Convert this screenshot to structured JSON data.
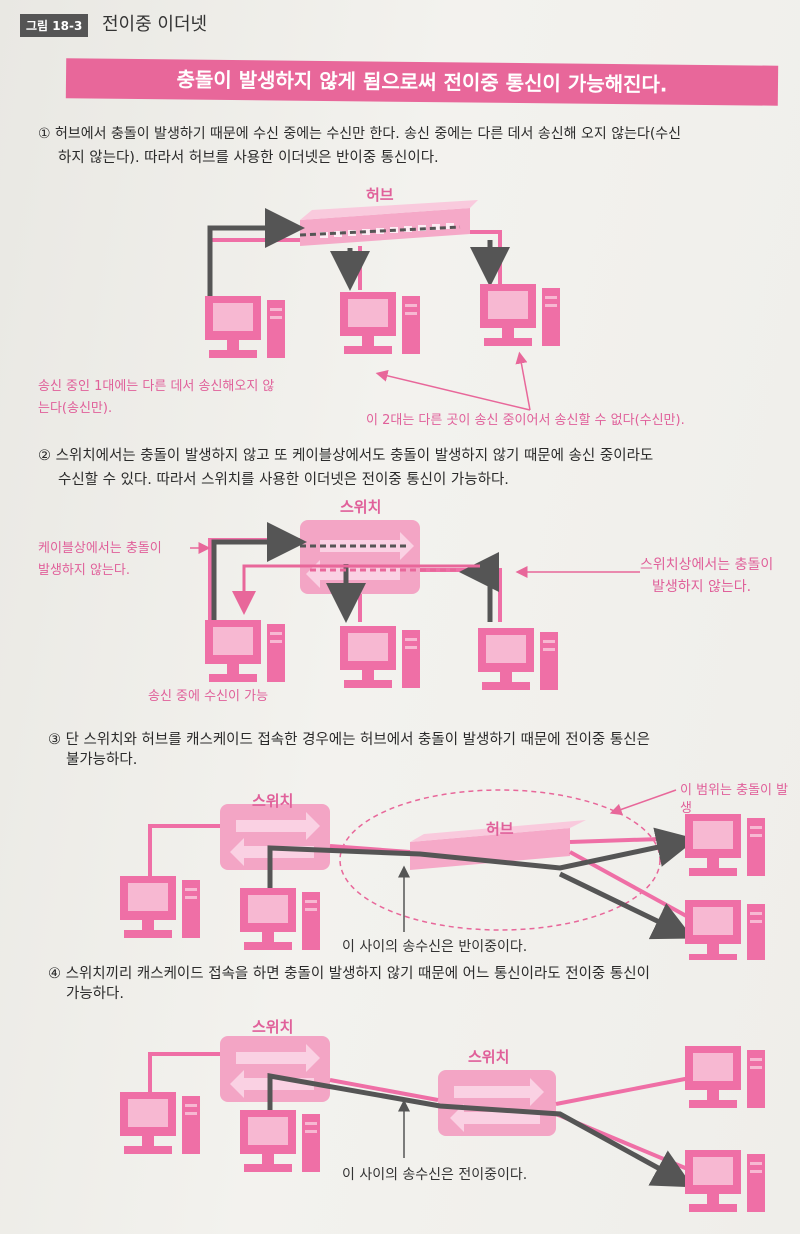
{
  "figure": {
    "tag": "그림 18-3",
    "title": "전이중 이더넷",
    "banner": "충돌이 발생하지 않게 됨으로써 전이중 통신이 가능해진다."
  },
  "section1": {
    "text_line1": "① 허브에서 충돌이 발생하기 때문에 수신 중에는 수신만 한다. 송신 중에는 다른 데서 송신해 오지 않는다(수신",
    "text_line2": "하지 않는다). 따라서 허브를 사용한 이더넷은 반이중 통신이다.",
    "hub_label": "허브",
    "left_note_line1": "송신 중인 1대에는 다른 데서 송신해오지 않",
    "left_note_line2": "는다(송신만).",
    "bottom_note": "이 2대는 다른 곳이 송신 중이어서 송신할 수 없다(수신만)."
  },
  "section2": {
    "text_line1": "② 스위치에서는 충돌이 발생하지 않고 또 케이블상에서도 충돌이 발생하지 않기 때문에 송신 중이라도",
    "text_line2": "수신할 수 있다. 따라서 스위치를 사용한 이더넷은 전이중 통신이 가능하다.",
    "switch_label": "스위치",
    "left_note_line1": "케이블상에서는 충돌이",
    "left_note_line2": "발생하지 않는다.",
    "right_note_line1": "스위치상에서는 충돌이",
    "right_note_line2": "발생하지 않는다.",
    "bottom_note": "송신 중에 수신이 가능"
  },
  "section3": {
    "text_line1": "③ 단 스위치와 허브를 캐스케이드 접속한 경우에는 허브에서 충돌이 발생하기 때문에 전이중 통신은",
    "text_line2": "불가능하다.",
    "switch_label": "스위치",
    "hub_label": "허브",
    "range_note": "이 범위는 충돌이 발생",
    "bottom_note": "이 사이의 송수신은 반이중이다."
  },
  "section4": {
    "text_line1": "④ 스위치끼리 캐스케이드 접속을 하면 충돌이 발생하지 않기 때문에 어느 통신이라도 전이중 통신이",
    "text_line2": "가능하다.",
    "switch1_label": "스위치",
    "switch2_label": "스위치",
    "bottom_note": "이 사이의 송수신은 전이중이다."
  },
  "colors": {
    "accent": "#e8679a",
    "pc": "#ef6fa6",
    "switch": "#f3a5c5",
    "arrow": "#555555"
  }
}
